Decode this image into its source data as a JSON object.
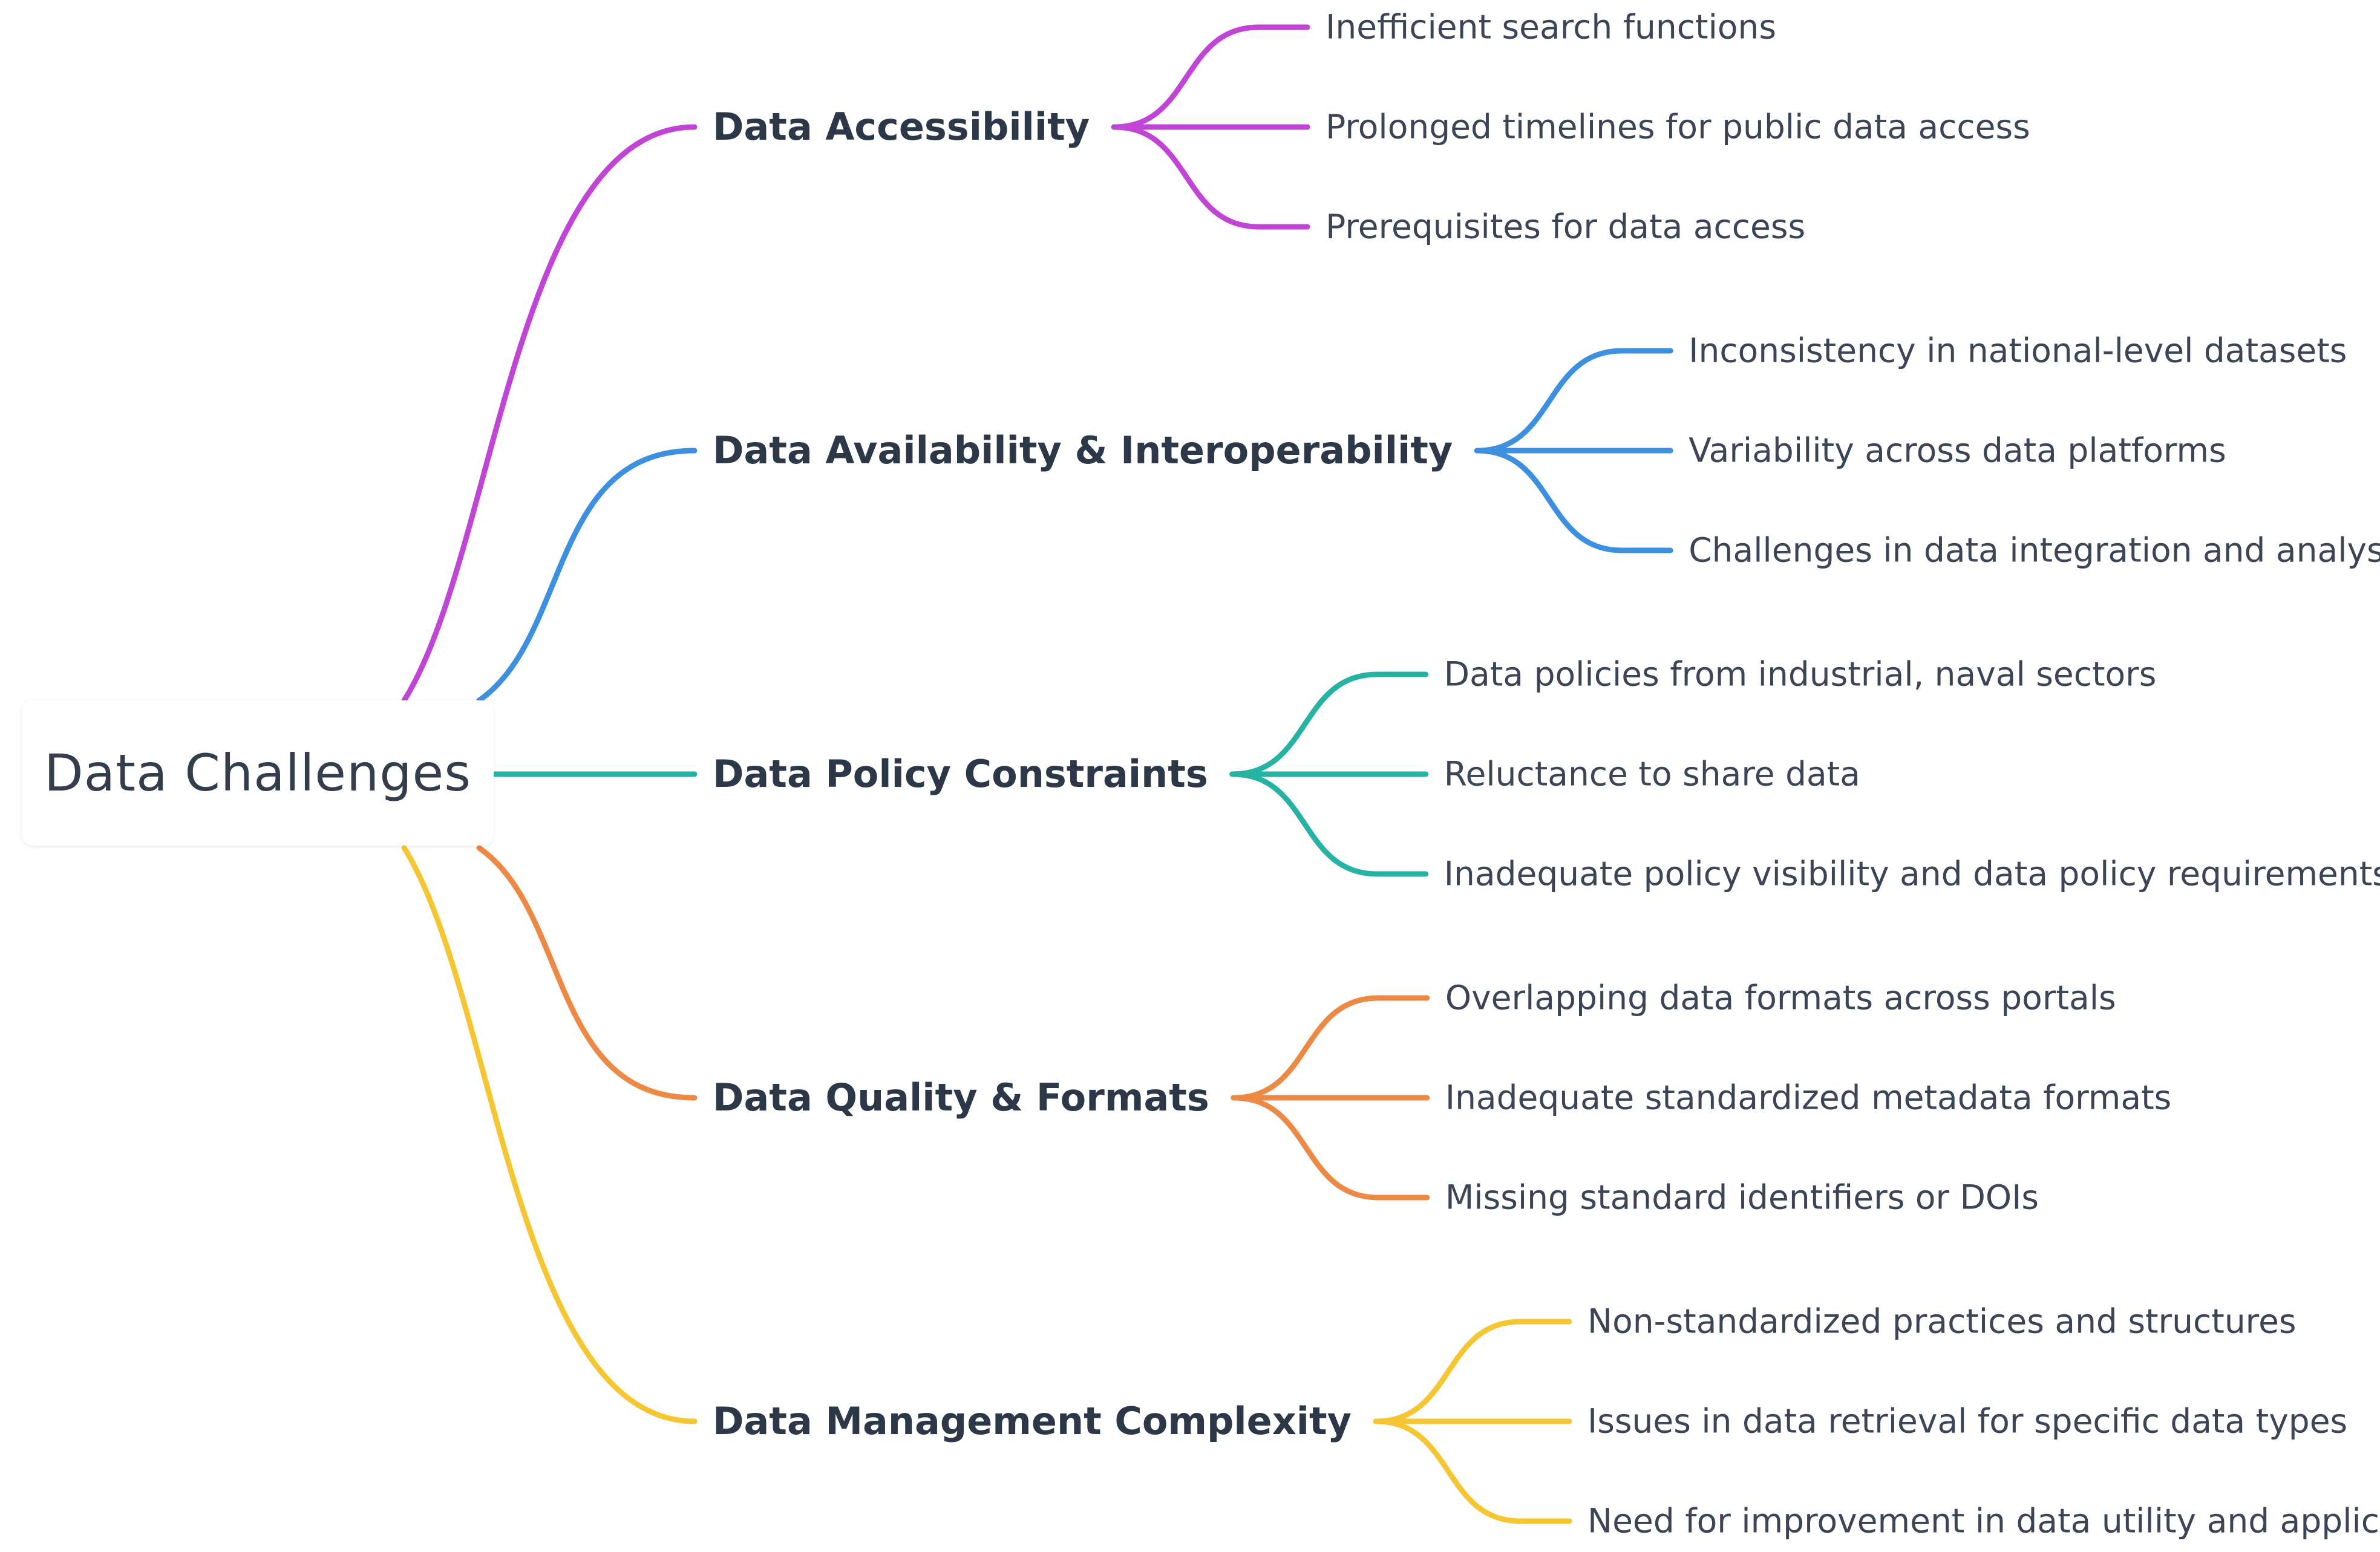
{
  "root": {
    "label": "Data Challenges"
  },
  "branches": [
    {
      "label": "Data Accessibility",
      "color": "#c044d6",
      "leaves": [
        "Inefficient search functions",
        "Prolonged timelines for public data access",
        "Prerequisites for data access"
      ]
    },
    {
      "label": "Data Availability & Interoperability",
      "color": "#3d8fe0",
      "leaves": [
        "Inconsistency in national-level datasets",
        "Variability across data platforms",
        "Challenges in data integration and analysis"
      ]
    },
    {
      "label": "Data Policy Constraints",
      "color": "#27b3a3",
      "leaves": [
        "Data policies from industrial, naval sectors",
        "Reluctance to share data",
        "Inadequate policy visibility and data policy requirements"
      ]
    },
    {
      "label": "Data Quality & Formats",
      "color": "#ec8a45",
      "leaves": [
        "Overlapping data formats across portals",
        "Inadequate standardized metadata formats",
        "Missing standard identifiers or DOIs"
      ]
    },
    {
      "label": "Data Management Complexity",
      "color": "#f5c631",
      "leaves": [
        "Non-standardized practices and structures",
        "Issues in data retrieval for specific data types",
        "Need for improvement in data utility and applicability"
      ]
    }
  ]
}
